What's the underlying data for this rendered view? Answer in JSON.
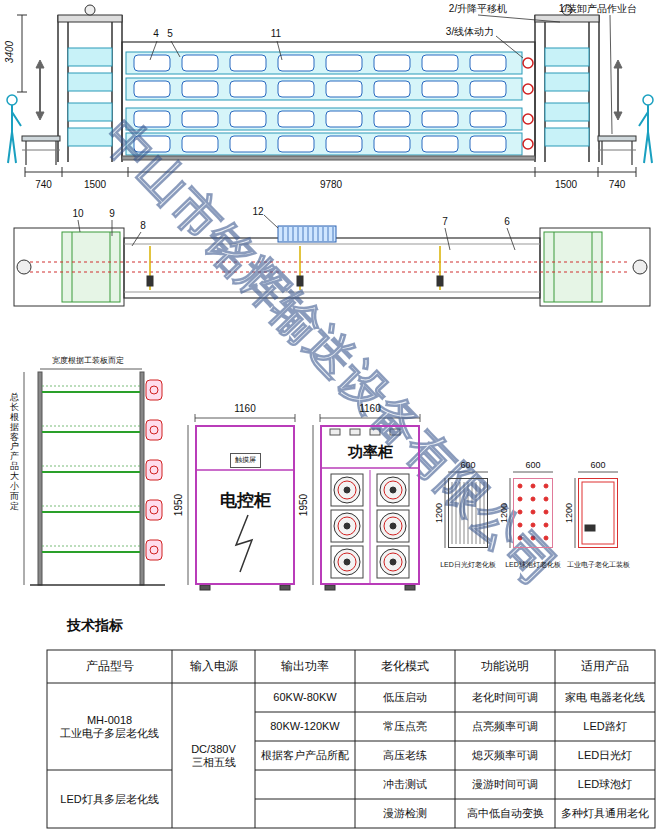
{
  "diagram": {
    "nodes": [
      {
        "text": [
          "电控柜"
        ]
      },
      {
        "text": [
          "触摸屏"
        ],
        "in": 0
      },
      {
        "text": [
          "功率柜"
        ]
      },
      {
        "text": [
          "LED日光灯老化板"
        ]
      },
      {
        "text": [
          "LED球泡灯老化板"
        ]
      },
      {
        "text": [
          "工业电子老化工装板"
        ]
      }
    ],
    "labels": [
      "2/升降平移机",
      "1/装卸产品作业台",
      "3/线体动力",
      "4",
      "5",
      "11",
      "3400",
      "740",
      "1500",
      "9780",
      "1500",
      "740",
      "10",
      "9",
      "8",
      "12",
      "7",
      "6",
      "宽度根据工装板而定",
      "总长根据客户产品大小而定",
      "1160",
      "1950",
      "1160",
      "1950",
      "600",
      "1200",
      "600",
      "1200",
      "600",
      "1200",
      "技术指标",
      "产品型号",
      "输入电源",
      "输出功率",
      "老化模式",
      "功能说明",
      "适用产品",
      "MH-0018 工业电子多层老化线",
      "DC/380V 三相五线",
      "60KW-80KW",
      "低压启动",
      "老化时间可调",
      "家电 电器老化线",
      "80KW-120KW",
      "常压点亮",
      "点亮频率可调",
      "LED路灯",
      "根据客户产品所配",
      "高压老练",
      "熄灭频率可调",
      "LED日光灯",
      "LED灯具多层老化线",
      "冲击测试",
      "漫游时间可调",
      "LED球泡灯",
      "漫游检测",
      "高中低自动变换",
      "多种灯具通用老化",
      "中山市铭辉输送设备有限公司"
    ]
  }
}
